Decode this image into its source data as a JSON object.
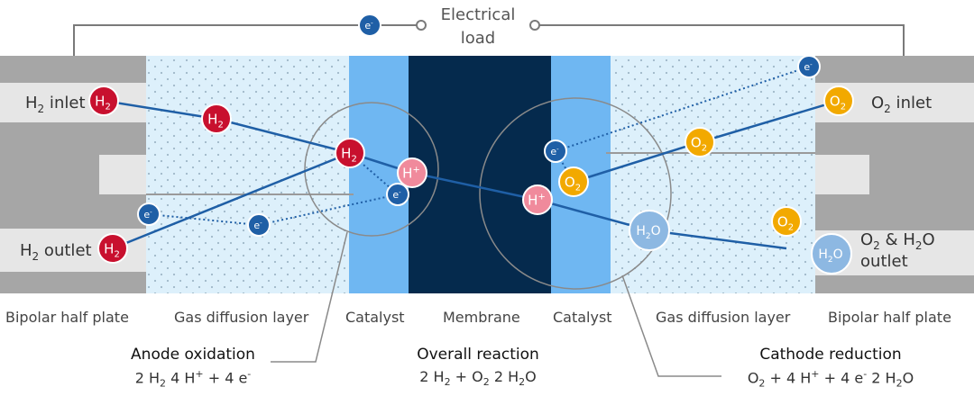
{
  "circuit": {
    "load_line1": "Electrical",
    "load_line2": "load"
  },
  "port_labels": {
    "h2_inlet": "H2 inlet",
    "h2_outlet": "H2 outlet",
    "o2_inlet": "O2 inlet",
    "o2_h2o_outlet_line1": "O2 & H2O",
    "o2_h2o_outlet_line2": "outlet"
  },
  "species": {
    "h2": "H2",
    "o2": "O2",
    "h2o": "H2O",
    "h_plus": "H+",
    "electron": "e-"
  },
  "layers": [
    "Bipolar half plate",
    "Gas diffusion layer",
    "Catalyst",
    "Membrane",
    "Catalyst",
    "Gas diffusion layer",
    "Bipolar half plate"
  ],
  "reactions": {
    "anode": {
      "title": "Anode oxidation",
      "equation": [
        {
          "t": "2 H"
        },
        {
          "sub": "2"
        },
        {
          "t": " 4 H"
        },
        {
          "sup": "+"
        },
        {
          "t": " + 4 e"
        },
        {
          "sup": "-"
        }
      ]
    },
    "overall": {
      "title": "Overall reaction",
      "equation": [
        {
          "t": "2 H"
        },
        {
          "sub": "2"
        },
        {
          "t": " + O"
        },
        {
          "sub": "2"
        },
        {
          "t": " 2 H"
        },
        {
          "sub": "2"
        },
        {
          "t": "O"
        }
      ]
    },
    "cathode": {
      "title": "Cathode reduction",
      "equation": [
        {
          "t": "O"
        },
        {
          "sub": "2"
        },
        {
          "t": " + 4 H"
        },
        {
          "sup": "+"
        },
        {
          "t": " + 4 e"
        },
        {
          "sup": "-"
        },
        {
          "t": " 2 H"
        },
        {
          "sub": "2"
        },
        {
          "t": "O"
        }
      ]
    }
  },
  "colors": {
    "plate_dark": "#a6a6a6",
    "plate_light": "#e6e6e6",
    "gdl": "#ddf0fb",
    "catalyst": "#6fb7f2",
    "membrane": "#052a4d",
    "h2": "#c8102e",
    "o2": "#f2a900",
    "h2o": "#8db8e2",
    "h_plus": "#f08a9c",
    "electron": "#1f5fa6",
    "path": "#1f5fa6"
  }
}
